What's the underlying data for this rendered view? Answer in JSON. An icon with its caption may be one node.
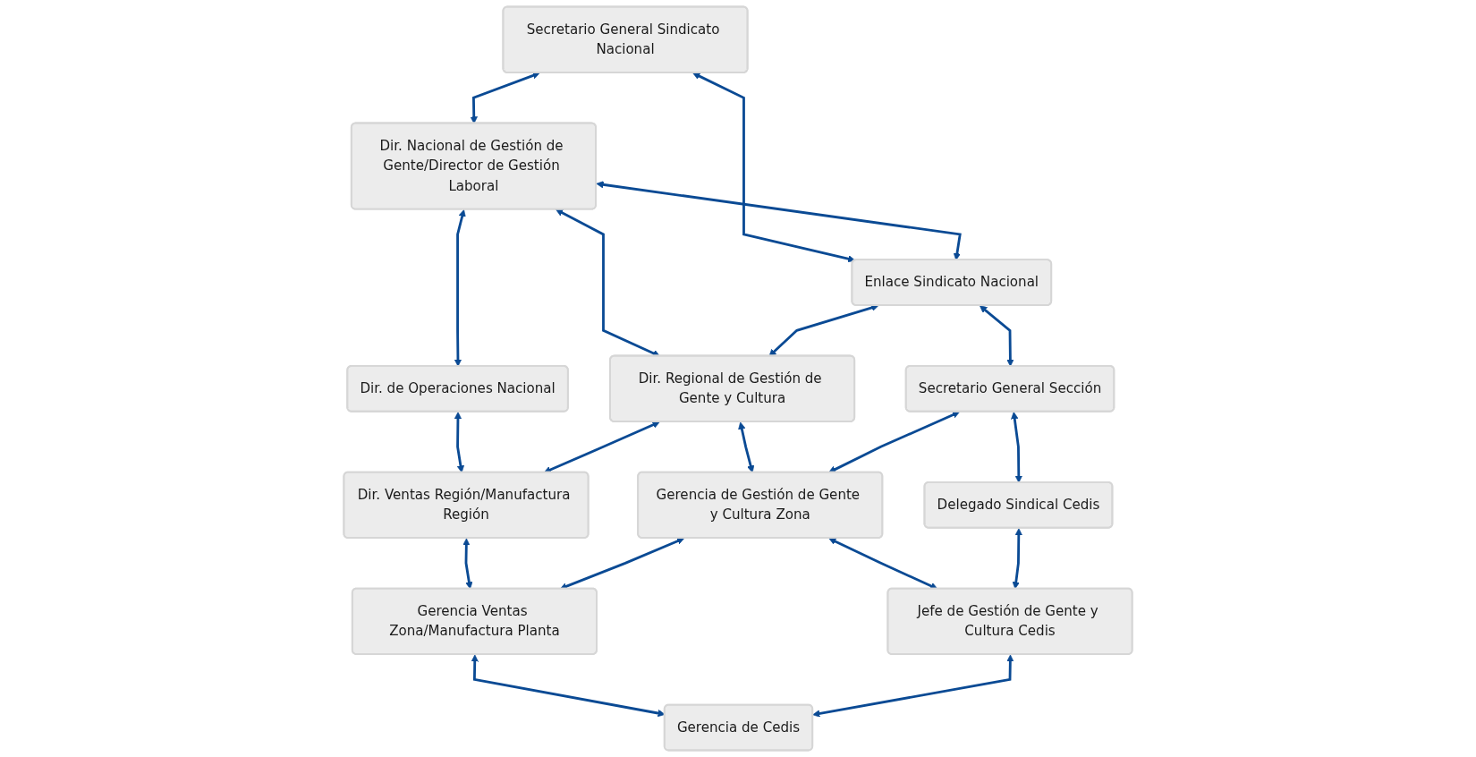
{
  "diagram": {
    "nodes": [
      {
        "text": [
          "Secretario General Sindicato Nacional"
        ]
      },
      {
        "text": [
          "Dir. Nacional de Gestión de Gente/Director de Gestión Laboral"
        ]
      },
      {
        "text": [
          "Dir. de Operaciones Nacional"
        ]
      },
      {
        "text": [
          "Enlace Sindicato Nacional"
        ]
      },
      {
        "text": [
          "Dir. Regional de Gestión de Gente y Cultura"
        ]
      },
      {
        "text": [
          "Dir. Ventas Región/Manufactura Región"
        ]
      },
      {
        "text": [
          "Secretario General Sección"
        ]
      },
      {
        "text": [
          "Gerencia de Gestión de Gente y Cultura Zona"
        ]
      },
      {
        "text": [
          "Gerencia Ventas Zona/Manufactura Planta"
        ]
      },
      {
        "text": [
          "Delegado Sindical Cedis"
        ]
      },
      {
        "text": [
          "Jefe de Gestión de Gente y Cultura Cedis"
        ]
      },
      {
        "text": [
          "Gerencia de Cedis"
        ]
      }
    ],
    "edges": [
      {
        "from": 0,
        "to": 1,
        "arrow": "both"
      },
      {
        "from": 1,
        "to": 2,
        "arrow": "both"
      },
      {
        "from": 0,
        "to": 3,
        "arrow": "both"
      },
      {
        "from": 1,
        "to": 3,
        "arrow": "both"
      },
      {
        "from": 1,
        "to": 4,
        "arrow": "both"
      },
      {
        "from": 2,
        "to": 5,
        "arrow": "both"
      },
      {
        "from": 3,
        "to": 4,
        "arrow": "both"
      },
      {
        "from": 4,
        "to": 5,
        "arrow": "both"
      },
      {
        "from": 3,
        "to": 6,
        "arrow": "both"
      },
      {
        "from": 4,
        "to": 7,
        "arrow": "both"
      },
      {
        "from": 5,
        "to": 8,
        "arrow": "both"
      },
      {
        "from": 6,
        "to": 7,
        "arrow": "both"
      },
      {
        "from": 7,
        "to": 8,
        "arrow": "both"
      },
      {
        "from": 6,
        "to": 9,
        "arrow": "both"
      },
      {
        "from": 7,
        "to": 10,
        "arrow": "both"
      },
      {
        "from": 8,
        "to": 11,
        "arrow": "both"
      },
      {
        "from": 9,
        "to": 10,
        "arrow": "both"
      },
      {
        "from": 10,
        "to": 11,
        "arrow": "both"
      }
    ]
  }
}
